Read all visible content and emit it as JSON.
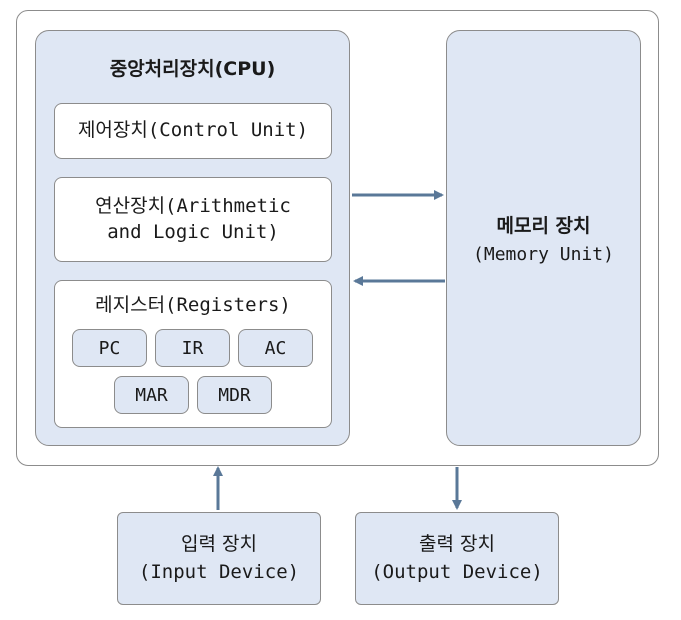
{
  "diagram": {
    "cpu": {
      "title": "중앙처리장치(CPU)"
    },
    "control_unit": {
      "label": "제어장치(Control Unit)"
    },
    "alu": {
      "line1": "연산장치(Arithmetic",
      "line2": "and Logic Unit)"
    },
    "registers": {
      "title": "레지스터(Registers)",
      "items": [
        "PC",
        "IR",
        "AC",
        "MAR",
        "MDR"
      ]
    },
    "memory": {
      "title": "메모리 장치",
      "subtitle": "(Memory Unit)"
    },
    "input_device": {
      "line1": "입력 장치",
      "line2": "(Input Device)"
    },
    "output_device": {
      "line1": "출력 장치",
      "line2": "(Output Device)"
    }
  },
  "colors": {
    "box_fill": "#dfe7f4",
    "border": "#8c8c8c",
    "arrow": "#5a7898"
  }
}
